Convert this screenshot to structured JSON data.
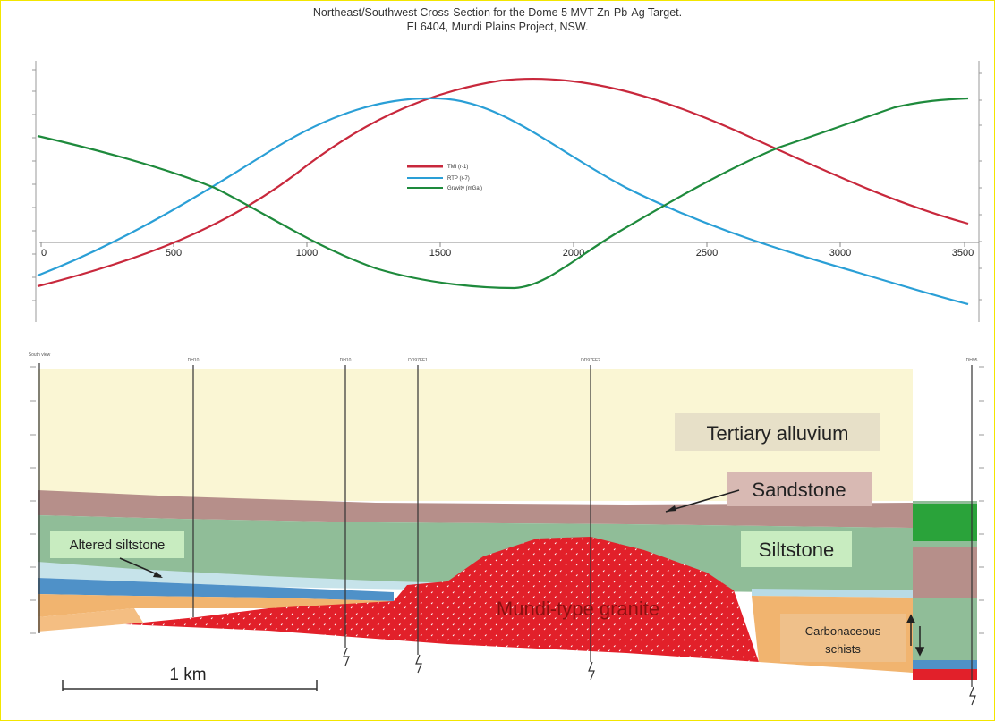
{
  "header": {
    "title_line1": "Northeast/Southwest Cross-Section for the Dome 5 MVT Zn-Pb-Ag Target.",
    "title_line2": "EL6404, Mundi Plains Project, NSW."
  },
  "profile_chart": {
    "x_ticks": [
      "0",
      "500",
      "1000",
      "1500",
      "2000",
      "2500",
      "3000",
      "3500"
    ],
    "legend": [
      "TMI (r-1)",
      "RTP (r-7)",
      "Gravity (mGal)"
    ],
    "colors": {
      "tmi": "#c8283c",
      "rtp": "#2a9fd6",
      "gravity": "#1e8a3c"
    }
  },
  "drillholes": {
    "south_label": "South\nview",
    "collar_labels": [
      "DH10",
      "DH10",
      "DD97FF1",
      "DD97FF2",
      "DH95"
    ]
  },
  "units": {
    "tertiary": "Tertiary alluvium",
    "sandstone": "Sandstone",
    "siltstone": "Siltstone",
    "altered": "Altered siltstone",
    "granite": "Mundi-type granite",
    "schists_line1": "Carbonaceous",
    "schists_line2": "schists"
  },
  "scale_bar": {
    "label": "1 km"
  },
  "palette": {
    "alluvium": "#faf6d4",
    "sandstone": "#b68f8a",
    "siltstone": "#90bd98",
    "granite": "#e2202a",
    "schist": "#f1b46f",
    "blue_band": "#4f91c8"
  }
}
